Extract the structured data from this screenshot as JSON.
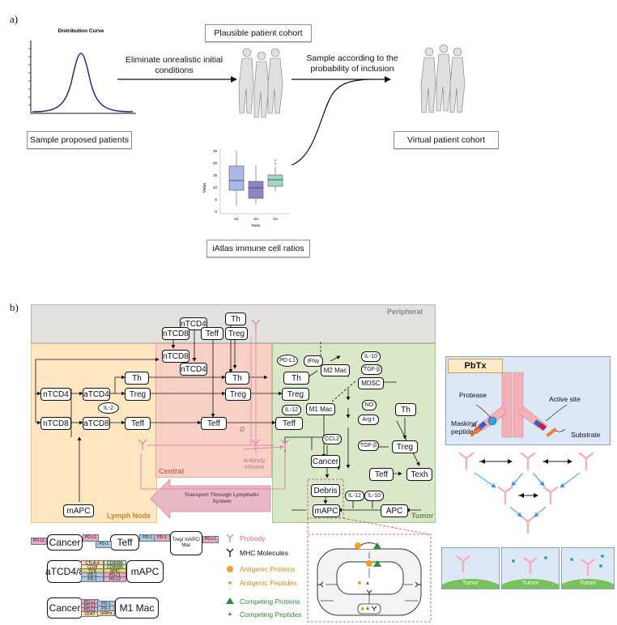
{
  "panel_a": {
    "label": "a)",
    "distribution_title": "Distribution Curve",
    "sample_box": "Sample proposed patients",
    "arrow1_text": "Eliminate unrealistic initial conditions",
    "plausible_box": "Plausible patient cohort",
    "arrow2_text": "Sample according to the probability of inclusion",
    "virtual_box": "Virtual patient cohort",
    "iatlas_box": "iAtlas immune cell ratios",
    "boxplot": {
      "ylabel": "Value",
      "xlabel": "Ratio",
      "yticks": [
        "25",
        "20",
        "15",
        "10",
        "5",
        "0"
      ],
      "xticks": [
        "X1",
        "X2",
        "X3"
      ],
      "colors": [
        "#aab8e6",
        "#8e84c4",
        "#9fd8c4"
      ]
    }
  },
  "panel_b": {
    "label": "b)",
    "regions": {
      "peripheral": "Peripheral",
      "central": "Central",
      "lymph_node": "Lymph Node",
      "tumor": "Tumor",
      "transport": "Transport Through Lymphatic System",
      "antibody_infusion": "Antibody Infusion",
      "empty_set": "Ø"
    },
    "nodes": {
      "ntcd4_top": "nTCD4",
      "ntcd8_top": "nTCD8",
      "th_top": "Th",
      "teff_top": "Teff",
      "treg_top": "Treg",
      "ntcd8_mid": "nTCD8",
      "ntcd4_mid": "nTCD4",
      "ntcd4_ln": "nTCD4",
      "atcd4_ln": "aTCD4",
      "th_ln": "Th",
      "treg_ln": "Treg",
      "il2": "IL-2",
      "ntcd8_ln": "nTCD8",
      "atcd8_ln": "aTCD8",
      "teff_ln": "Teff",
      "th_c": "Th",
      "treg_c": "Treg",
      "teff_c": "Teff",
      "th_t": "Th",
      "treg_t": "Treg",
      "teff_t": "Teff",
      "pdl1": "PD-L1",
      "ifng": "IFNγ",
      "m2mac": "M2 Mac",
      "il10_a": "IL-10",
      "tgfb_a": "TGF-β",
      "mdsc": "MDSC",
      "il12_a": "IL-12",
      "m1mac": "M1 Mac",
      "no": "NO",
      "argi": "Arg-I",
      "th_t2": "Th",
      "ccl2": "CCL2",
      "tgfb_b": "TGF-β",
      "treg_t2": "Treg",
      "cancer": "Cancer",
      "teff_t2": "Teff",
      "texh": "Texh",
      "debris": "Debris",
      "il12_b": "IL-12",
      "il10_b": "IL-10",
      "mapc_t": "mAPC",
      "apc": "APC",
      "mapc_ln": "mAPC"
    },
    "interactions": {
      "row1": {
        "left": "Cancer",
        "right": "Teff",
        "third": "Treg/ mAPC/ Mac",
        "tags_left": [
          "PD-L1",
          "PD-L1"
        ],
        "tags_mid": [
          "PD-1",
          "PD-1"
        ],
        "tags_right": [
          "PD-1",
          "PD-L1"
        ]
      },
      "row2": {
        "left": "aTCD4/8",
        "right": "mAPC",
        "tags_a": [
          "CTLA-4",
          "CD28",
          "TCR",
          "PD-1",
          "PD-1"
        ],
        "tags_b": [
          "CD80/86",
          "CD80/86",
          "MHC",
          "PD-L1",
          "PD-L2"
        ]
      },
      "row3": {
        "left": "Cancer",
        "right": "M1 Mac",
        "tags_a": [
          "PD-L1",
          "PD-L2",
          "PD-L1",
          "CD47"
        ],
        "tags_b": [
          "PD-1",
          "PD-1",
          "SIRPα"
        ]
      }
    },
    "legend": {
      "probody": "Probody",
      "mhc": "MHC Molecules",
      "antigenic_proteins": "Antigenic Proteins",
      "antigenic_peptides": "Antigenic Peptides",
      "competing_proteins": "Competing Proteins",
      "competing_peptides": "Competing Peptides"
    },
    "pbtx": {
      "title": "PbTx",
      "protease": "Protease",
      "active_site": "Active site",
      "masking_peptide": "Masking peptide",
      "substrate": "Substrate",
      "tumor_labels": [
        "Tumor",
        "Tumor",
        "Tumor"
      ]
    },
    "colors": {
      "peripheral": "#e4e2df",
      "lymph": "#fde6c0",
      "central": "#f9d0c6",
      "tumor": "#d9e8c8",
      "transport": "#e9b8c4",
      "antibody": "#e89ab8",
      "pbtx_bg": "#dde8f6",
      "tumor_green": "#79c25a"
    }
  }
}
